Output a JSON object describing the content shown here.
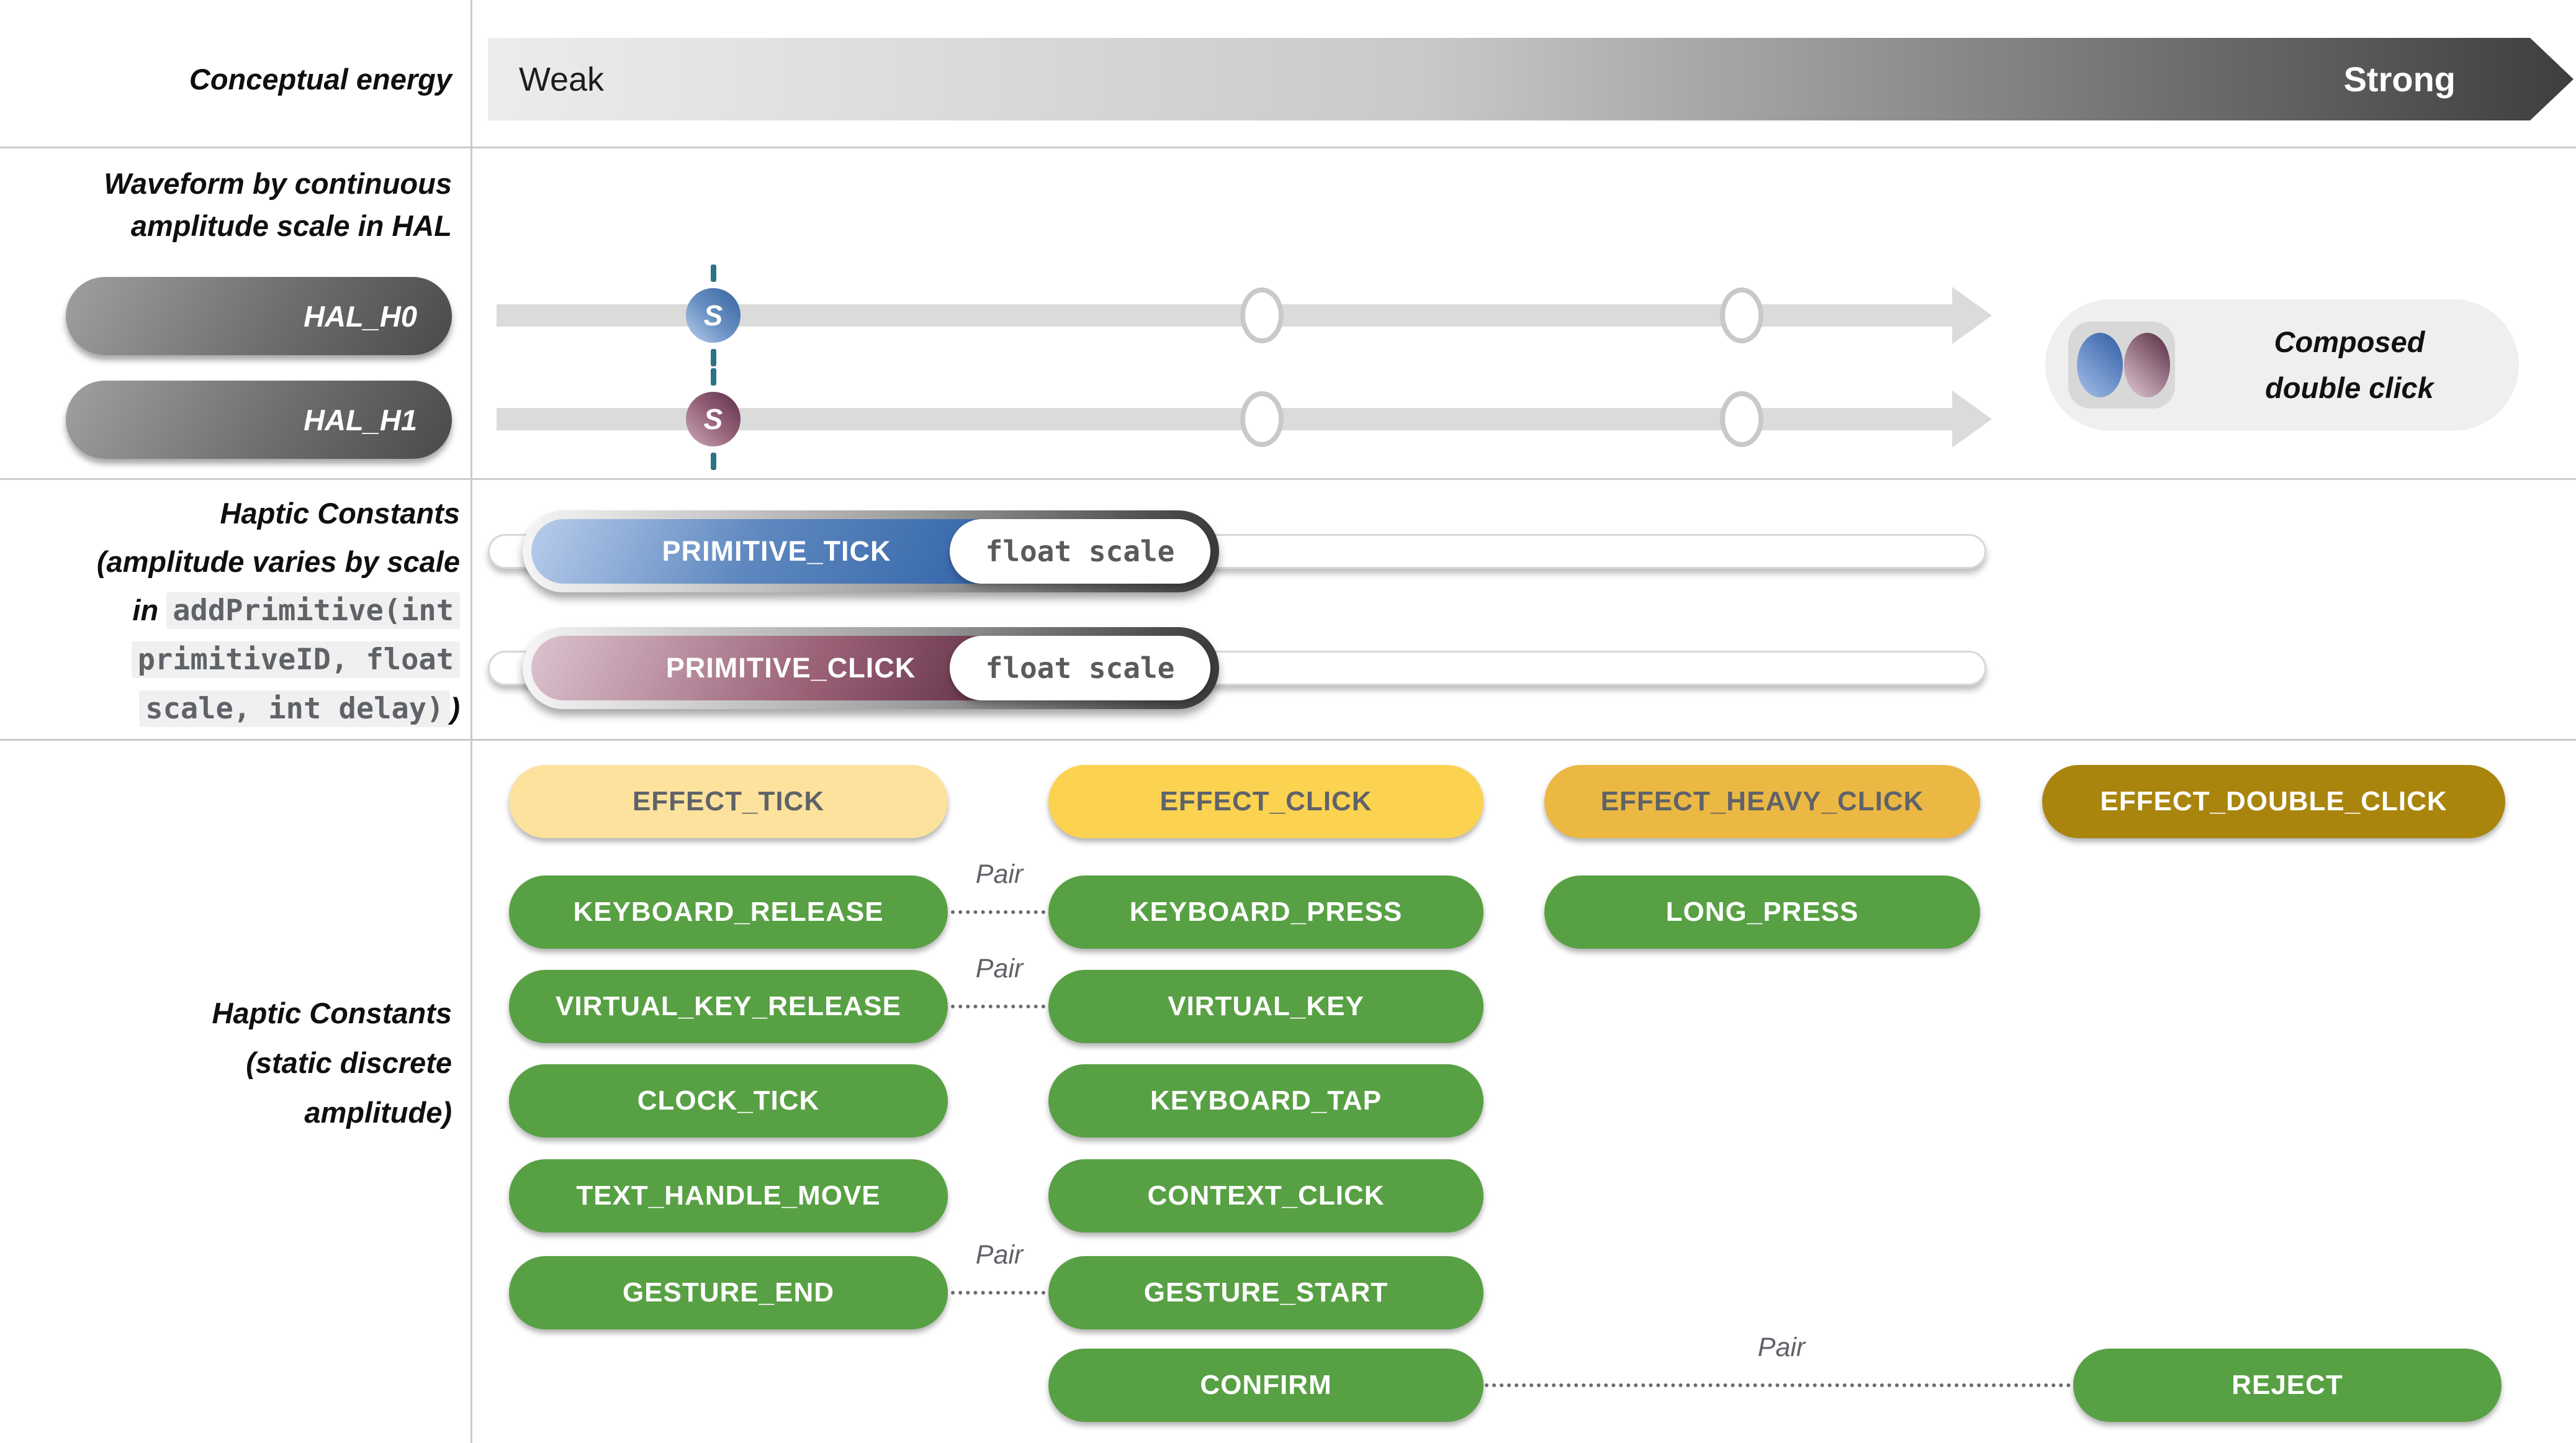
{
  "sections": {
    "energy": {
      "label": "Conceptual energy",
      "weak": "Weak",
      "strong": "Strong"
    },
    "waveform": {
      "label": [
        "Waveform by continuous",
        "amplitude scale in HAL"
      ],
      "channels": [
        {
          "label": "HAL_H0"
        },
        {
          "label": "HAL_H1"
        }
      ],
      "handle_badge": "S",
      "composed": [
        "Composed",
        "double click"
      ]
    },
    "primitives": {
      "label": [
        "Haptic Constants",
        "(amplitude varies by scale"
      ],
      "inline_prefix": "in",
      "code": [
        "addPrimitive(int",
        "primitiveID, float",
        "scale, int delay)"
      ],
      "closing_paren": ")",
      "sliders": [
        {
          "label": "PRIMITIVE_TICK",
          "param": "float scale"
        },
        {
          "label": "PRIMITIVE_CLICK",
          "param": "float scale"
        }
      ]
    },
    "discrete": {
      "label": [
        "Haptic Constants",
        "(static discrete",
        "amplitude)"
      ],
      "pair": "Pair",
      "constants": [
        {
          "label": "EFFECT_TICK"
        },
        {
          "label": "EFFECT_CLICK"
        },
        {
          "label": "EFFECT_HEAVY_CLICK"
        },
        {
          "label": "EFFECT_DOUBLE_CLICK"
        },
        {
          "label": "KEYBOARD_RELEASE"
        },
        {
          "label": "KEYBOARD_PRESS"
        },
        {
          "label": "LONG_PRESS"
        },
        {
          "label": "VIRTUAL_KEY_RELEASE"
        },
        {
          "label": "VIRTUAL_KEY"
        },
        {
          "label": "CLOCK_TICK"
        },
        {
          "label": "KEYBOARD_TAP"
        },
        {
          "label": "TEXT_HANDLE_MOVE"
        },
        {
          "label": "CONTEXT_CLICK"
        },
        {
          "label": "GESTURE_END"
        },
        {
          "label": "GESTURE_START"
        },
        {
          "label": "CONFIRM"
        },
        {
          "label": "REJECT"
        }
      ]
    }
  },
  "colors": {
    "green": "#58A044",
    "yellow_tick": "#FCE29C",
    "yellow_click": "#FCD251",
    "yellow_heavy": "#EBB844",
    "gold_double": "#A9850E",
    "blue_handle": "#2E61A7",
    "plum_handle": "#53263C",
    "teal_dash": "#2C7386",
    "track_gray": "#DBDBDB",
    "divider_gray": "#CBCBCB",
    "energy_dark": "#3E3E3E",
    "code_text": "#5F6368"
  }
}
